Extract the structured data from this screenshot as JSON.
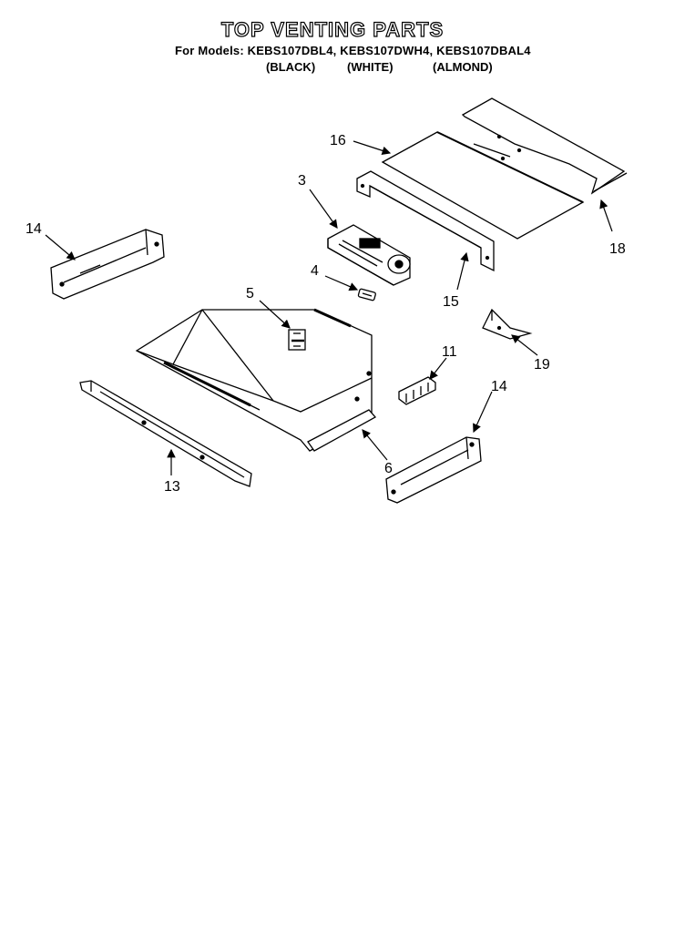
{
  "title": "TOP VENTING PARTS",
  "models_line": "For Models: KEBS107DBL4, KEBS107DWH4, KEBS107DBAL4",
  "variants": [
    "(BLACK)",
    "(WHITE)",
    "(ALMOND)"
  ],
  "callouts": [
    "16",
    "3",
    "14",
    "18",
    "4",
    "15",
    "5",
    "11",
    "19",
    "14",
    "13",
    "6"
  ]
}
